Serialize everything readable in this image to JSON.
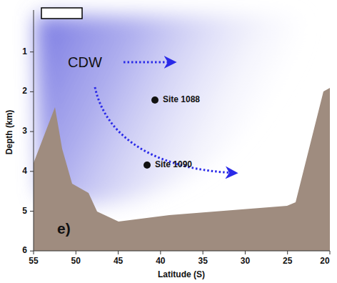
{
  "diagram": {
    "labels": [
      "CDW",
      "Site 1088",
      "Site 1090",
      "e)",
      "Depth (km)",
      "Latitude (S)",
      "1",
      "2",
      "3",
      "4",
      "5",
      "6",
      "55",
      "50",
      "45",
      "40",
      "35",
      "30",
      "25",
      "20"
    ]
  }
}
